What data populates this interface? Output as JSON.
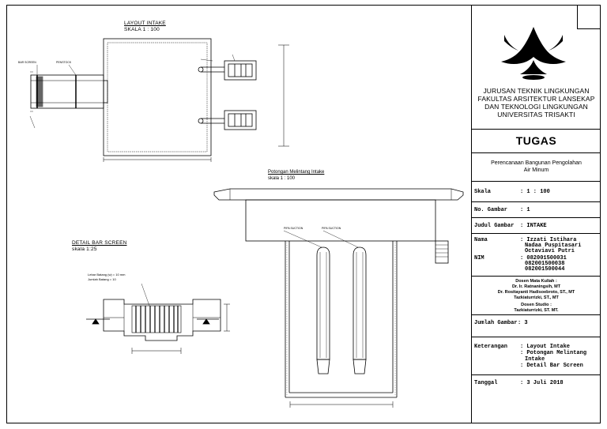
{
  "drawing": {
    "layout": {
      "title": "LAYOUT INTAKE",
      "scale": "SKALA 1 : 100",
      "bar_screen": "BAR SCREEN",
      "penstock": "PENSTOCK"
    },
    "section": {
      "title": "Potongan Melintang Intake",
      "scale": "skala 1 : 100",
      "pipe1": "PIPA SUCTION",
      "pipe2": "PIPA SUCTION"
    },
    "bar_detail": {
      "title": "DETAIL BAR SCREEN",
      "scale": "skala 1:25",
      "note1": "Lebar Batang (w) = 10 mm",
      "note2": "Jumlah Batang = 10"
    }
  },
  "title_block": {
    "institution": [
      "JURUSAN TEKNIK LINGKUNGAN",
      "FAKULTAS ARSITEKTUR LANSEKAP",
      "DAN TEKNOLOGI LINGKUNGAN",
      "UNIVERSITAS TRISAKTI"
    ],
    "tugas": "TUGAS",
    "project": [
      "Perencanaan Bangunan Pengolahan",
      "Air Minum"
    ],
    "skala_label": "Skala",
    "skala_value": ": 1 : 100",
    "no_gambar_label": "No. Gambar",
    "no_gambar_value": ": 1",
    "judul_label": "Judul Gambar",
    "judul_value": ": INTAKE",
    "nama_label": "Nama",
    "nama_values": [
      ": Izzati Istihara",
      "Nadaa Puspitasari",
      "Octaviavi Putri"
    ],
    "nim_label": "NIM",
    "nim_values": [
      ": 082001500031",
      "082001500038",
      "082001500044"
    ],
    "dosen_mk_label": "Dosen Mata Kuliah :",
    "dosen_mk": [
      "Dr. Ir. Ratnaningsih, MT",
      "Dr. Rositayanti Hadisoebroto, ST., MT",
      "Tazkiaturrizki, ST., MT"
    ],
    "dosen_studio_label": "Dosen Studio :",
    "dosen_studio": "Tazkiaturrizki, ST. MT.",
    "jumlah_label": "Jumlah Gambar",
    "jumlah_value": ": 3",
    "keterangan_label": "Keterangan",
    "keterangan_values": [
      ": Layout Intake",
      ": Potongan Melintang",
      "Intake",
      ": Detail Bar Screen"
    ],
    "tanggal_label": "Tanggal",
    "tanggal_value": ": 3 Juli 2018"
  },
  "colors": {
    "line": "#000000",
    "paper": "#ffffff"
  },
  "icons": {
    "logo": "trisakti-logo"
  }
}
